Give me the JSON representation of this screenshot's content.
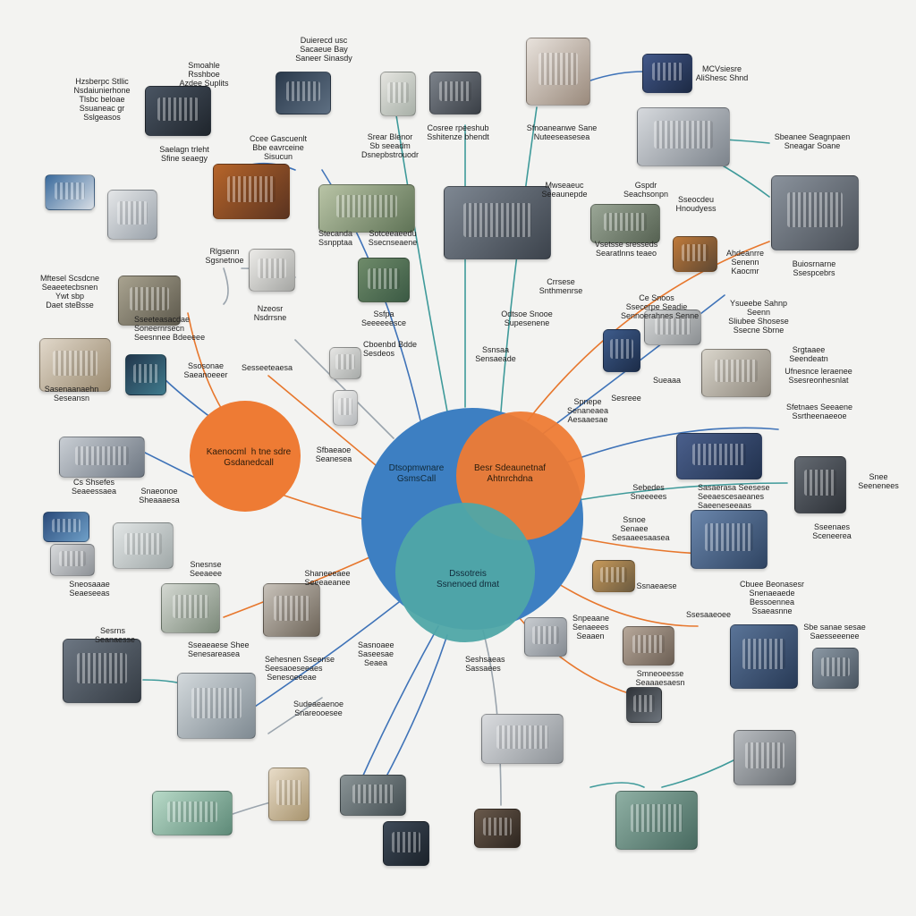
{
  "colors": {
    "orange": "#ee7b34",
    "blue": "#3d7fc2",
    "teal": "#4fa6a6",
    "line_blue": "#3f73b8",
    "line_teal": "#3e9a9a",
    "line_orange": "#e7772d",
    "line_gray": "#9aa4ad"
  },
  "hubs": {
    "left": "Kaenocml  h tne sdre\nGsdanedcall",
    "center": "Dtsopmwnare\nGsmsCall",
    "right": "Besr Sdeaunetnaf\nAhtnrchdna",
    "bottom": "Dssotreis\nSsnenoed dmat"
  },
  "labels": [
    "Hzsberpc Stllic\nNsdaiunierhone\nTlsbc beloae\nSsuaneac gr\nSslgeasos",
    "Smoahle\nRsshboe\nAzdee Suplits",
    "Duierecd usc\nSacaeue Bay\nSaneer Sinasdy",
    "Ccee Gascuenlt\nBbe eavrceine\nSisucun",
    "Saelagn trleht\nSfine seaegy",
    "Srear Blenor\nSb seeadm\nDsnepbstrouodr",
    "Cosree rpeeshub\nSshitenze bhendt",
    "Sfnoaneanwe Sane\nNuteeseasesea",
    "MCVsiesre\nAliShesc Shnd",
    "Sbeanee Seagnpaen\nSneagar Soane",
    "Mwseaeuc\nSeeaunepde",
    "Gspdr\nSeachsonpn",
    "Sseocdeu\nHnoudyess",
    "Sotceeaeedu\nSsecnseaene",
    "Stecanda\nSsnpptaa",
    "Rlgsenn\nSgsnetnoe",
    "Vsetsse sresseds\nSearatlnns teaeo",
    "Mftesel Scsdcne\nSeaeetecbsnen\nYwt sbp\nDaet steBsse",
    "Ahdeanrre\nSenenn\nKaocmr",
    "Buiosrnarne\nSsespcebrs",
    "Crrsese\nSnthmenrse",
    "Odtsoe Snooe\nSupesenene",
    "Ce Snoos\nSsecerpe Seadie\nSennoerahnes Senne",
    "Ysueebe Sahnp\nSeenn\nSliubee Shosese\nSsecne Sbrne",
    "Sseeteasacdae\nSoneernrsecn\nSeesnnee Bdeeeee",
    "Nzeosr\nNsdrrsne",
    "Ssfpa\nSeeeeeesce",
    "Ssnsaa\nSensaeade",
    "Cboenbd Bdde\nSesdeos",
    "Srgtaaee\nSeendeatn",
    "Ufnesnce leraenee\nSsesreonhesnlat",
    "Sasenaanaehn\nSeseansn",
    "Ssosonae\nSaeanoeeer",
    "Sesseeteaesa",
    "Sueaaa",
    "Sesreee",
    "Spnepe\nSenaneaea\nAesaaesae",
    "Sfetnaes Seeaene\nSsrtheenaeeoe",
    "Sfbaeaoe\nSeanesea",
    "Cs Shsefes\nSeaeessaea",
    "Snaeonoe\nSheaaaesa",
    "Sebedes\nSneeeees",
    "Sasaerasa Seesese\nSeeaescesaeanes\nSaeeneseeaas",
    "Snee\nSeenenees",
    "Ssnoe\nSenaee\nSesaaeesaasea",
    "Sseenaes\nSceneerea",
    "Sneosaaae\nSeaeseeas",
    "Snesnse\nSeeaeee",
    "Shaneeeaee\nSeeeaeanee",
    "Ssnaeaese",
    "Cbuee Beonasesr\nSnenaeaede\nBessoennea\nSsaeasnne",
    "Ssesaaeoee",
    "Snpeaane\nSenaeees\nSeaaen",
    "Sbe sanae sesae\nSaesseeenee",
    "Sesrns\nSeanaesse",
    "Sseaeaese Shee\nSenesareasea",
    "Sehesnen Sseense\nSeesaoeseeaes\nSenesoeeeae",
    "Sasnoaee\nSaseesae\nSeaea",
    "Seshsaeas\nSassaees",
    "Smneoeesse\nSeaaaesaesn",
    "Sudeaeaenoe\nSnareooesee"
  ]
}
